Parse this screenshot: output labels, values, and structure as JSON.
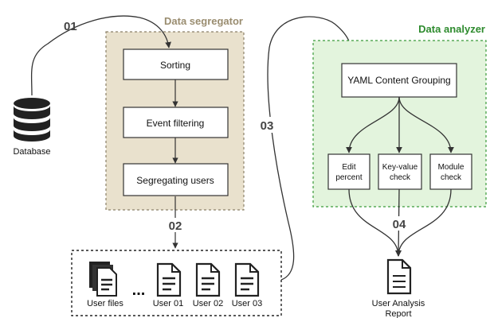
{
  "steps": {
    "s01": "01",
    "s02": "02",
    "s03": "03",
    "s04": "04"
  },
  "database": {
    "label": "Database"
  },
  "segregator": {
    "title": "Data segregator",
    "boxes": [
      "Sorting",
      "Event filtering",
      "Segregating users"
    ]
  },
  "user_files": {
    "labels": [
      "User files",
      "User 01",
      "User 02",
      "User 03"
    ],
    "ellipsis": "..."
  },
  "analyzer": {
    "title": "Data analyzer",
    "grouping": "YAML Content Grouping",
    "checks": [
      [
        "Edit",
        "percent"
      ],
      [
        "Key-value",
        "check"
      ],
      [
        "Module",
        "check"
      ]
    ]
  },
  "report": {
    "label_line1": "User Analysis",
    "label_line2": "Report"
  },
  "colors": {
    "segregator_fill": "#e9e1cd",
    "segregator_border": "#8a8068",
    "segregator_title": "#9a8d70",
    "analyzer_fill": "#e3f4dd",
    "analyzer_border": "#3a9a3a",
    "analyzer_title": "#2e8b2e",
    "line": "#333333"
  }
}
